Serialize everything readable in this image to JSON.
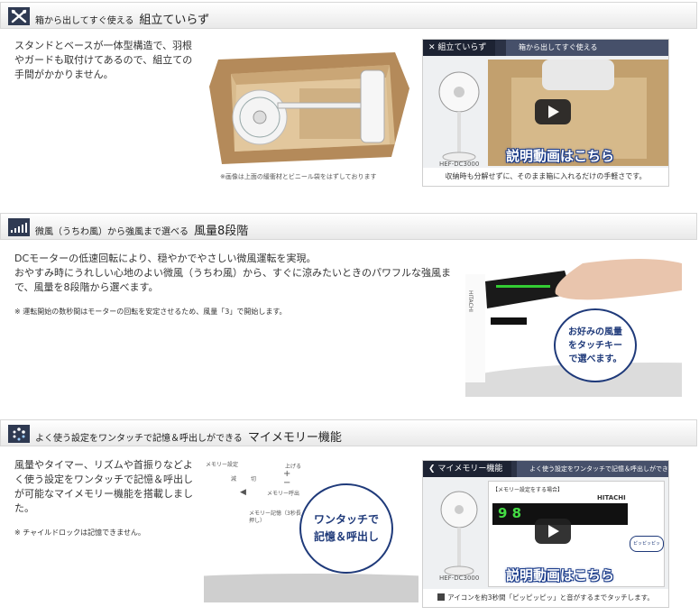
{
  "section1": {
    "header_lead": "箱から出してすぐ使える",
    "header_title": "組立ていらず",
    "icon": "wrench-cross-icon",
    "desc": "スタンドとベースが一体型構造で、羽根やガードも取付けてあるので、組立ての手間がかかりません。",
    "image_caption": "※画像は上面の緩衝材とビニール袋をはずしております",
    "video": {
      "tab_label": "組立ていらず",
      "bar_label": "箱から出してすぐ使える",
      "model": "HEF-DC3000",
      "title": "説明動画はこちら",
      "caption": "収納時も分解せずに、そのまま箱に入れるだけの手軽さです。"
    }
  },
  "section2": {
    "header_lead": "微風（うちわ風）から強風まで選べる",
    "header_title": "風量8段階",
    "icon": "signal-bars-icon",
    "desc_line1": "DCモーターの低速回転により、穏やかでやさしい微風運転を実現。",
    "desc_line2": "おやすみ時にうれしい心地のよい微風（うちわ風）から、すぐに涼みたいときのパワフルな強風まで、風量を8段階から選べます。",
    "note": "※ 運転開始の数秒間はモーターの回転を安定させるため、風量「3」で開始します。",
    "bubble_text": "お好みの風量をタッチキーで選べます。",
    "brand": "HITACHI"
  },
  "section3": {
    "header_lead": "よく使う設定をワンタッチで記憶＆呼出しができる",
    "header_title": "マイメモリー機能",
    "icon": "memory-dots-icon",
    "desc": "風量やタイマー、リズムや首振りなどよく使う設定をワンタッチで記憶＆呼出しが可能なマイメモリー機能を搭載しました。",
    "note": "※ チャイルドロックは記憶できません。",
    "panel_labels": [
      "メモリー設定",
      "減",
      "切",
      "上げる",
      "メモリー呼出",
      "メモリー記憶（3秒長押し）"
    ],
    "bubble_text": "ワンタッチで記憶＆呼出し",
    "video": {
      "tab_label": "マイメモリー機能",
      "bar_label": "よく使う設定をワンタッチで記憶＆呼出しができる",
      "inner_label": "【メモリー設定をする場合】",
      "brand": "HITACHI",
      "model": "HEF-DC3000",
      "display": "9 8",
      "badge": "ピッピッピッ",
      "title": "説明動画はこちら",
      "caption": "アイコンを約3秒間「ピッピッピッ」と音がするまでタッチします。"
    }
  },
  "colors": {
    "header_icon": "#2f3a52",
    "video_bar": "#2b3245",
    "accent": "#1f3a7a",
    "cardboard": "#c9a77a"
  }
}
